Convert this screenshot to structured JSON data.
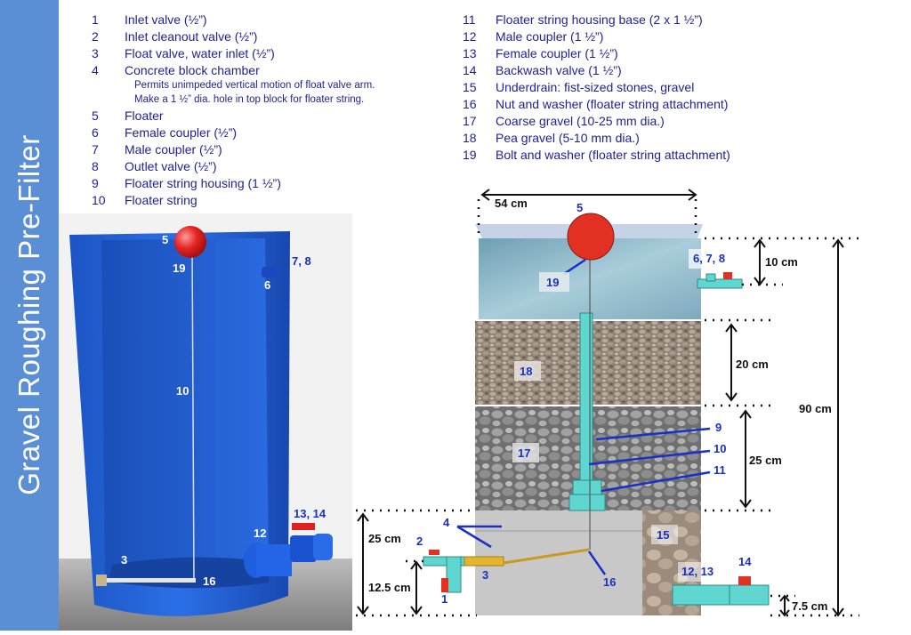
{
  "sidebar": {
    "title": "Gravel Roughing Pre-Filter"
  },
  "legend_left": [
    {
      "num": "1",
      "text": "Inlet valve (½”)"
    },
    {
      "num": "2",
      "text": "Inlet cleanout valve (½”)"
    },
    {
      "num": "3",
      "text": "Float valve, water inlet (½”)"
    },
    {
      "num": "4",
      "text": "Concrete block chamber"
    },
    {
      "num": "",
      "text": "Permits unimpeded vertical motion of float valve arm."
    },
    {
      "num": "",
      "text": "Make a 1 ½” dia. hole in top block for floater string."
    },
    {
      "num": "5",
      "text": "Floater"
    },
    {
      "num": "6",
      "text": "Female coupler (½”)"
    },
    {
      "num": "7",
      "text": "Male coupler (½”)"
    },
    {
      "num": "8",
      "text": "Outlet valve (½”)"
    },
    {
      "num": "9",
      "text": "Floater string housing (1 ½”)"
    },
    {
      "num": "10",
      "text": "Floater string"
    }
  ],
  "legend_right": [
    {
      "num": "11",
      "text": "Floater string housing base (2 x 1 ½”)"
    },
    {
      "num": "12",
      "text": "Male coupler (1 ½”)"
    },
    {
      "num": "13",
      "text": "Female coupler (1 ½”)"
    },
    {
      "num": "14",
      "text": "Backwash valve (1 ½”)"
    },
    {
      "num": "15",
      "text": "Underdrain: fist-sized stones, gravel"
    },
    {
      "num": "16",
      "text": "Nut and washer (floater string attachment)"
    },
    {
      "num": "17",
      "text": "Coarse gravel (10-25 mm dia.)"
    },
    {
      "num": "18",
      "text": "Pea gravel (5-10 mm dia.)"
    },
    {
      "num": "19",
      "text": "Bolt and washer (floater string attachment)"
    }
  ],
  "left_diagram": {
    "labels": {
      "floater": "5",
      "bolt": "19",
      "outlet": "7, 8",
      "female": "6",
      "string": "10",
      "male_coupler": "12",
      "backwash": "13, 14",
      "float_valve": "3",
      "nut": "16"
    }
  },
  "right_diagram": {
    "labels": {
      "floater": "5",
      "bolt": "19",
      "outlet": "6, 7, 8",
      "pea": "18",
      "coarse": "17",
      "housing": "9",
      "string": "10",
      "base": "11",
      "chamber": "4",
      "cleanout": "2",
      "float_valve": "3",
      "inlet": "1",
      "nut": "16",
      "underdrain": "15",
      "couplers": "12, 13",
      "backwash": "14"
    },
    "dimensions": {
      "width": "54 cm",
      "outlet_height": "10 cm",
      "pea_layer": "20 cm",
      "coarse_layer": "25 cm",
      "total": "90 cm",
      "chamber": "25 cm",
      "inlet_height": "12.5 cm",
      "backwash_height": "7.5 cm"
    }
  },
  "colors": {
    "sidebar": "#5a8fd6",
    "tank_blue": "#1e5fd8",
    "legend_text": "#1f1f9a",
    "label_blue": "#1a2fc8",
    "floater_red": "#e02020",
    "pipe_cyan": "#5fd6cf",
    "water": "#8fb8c8",
    "concrete": "#c7c7c7"
  }
}
